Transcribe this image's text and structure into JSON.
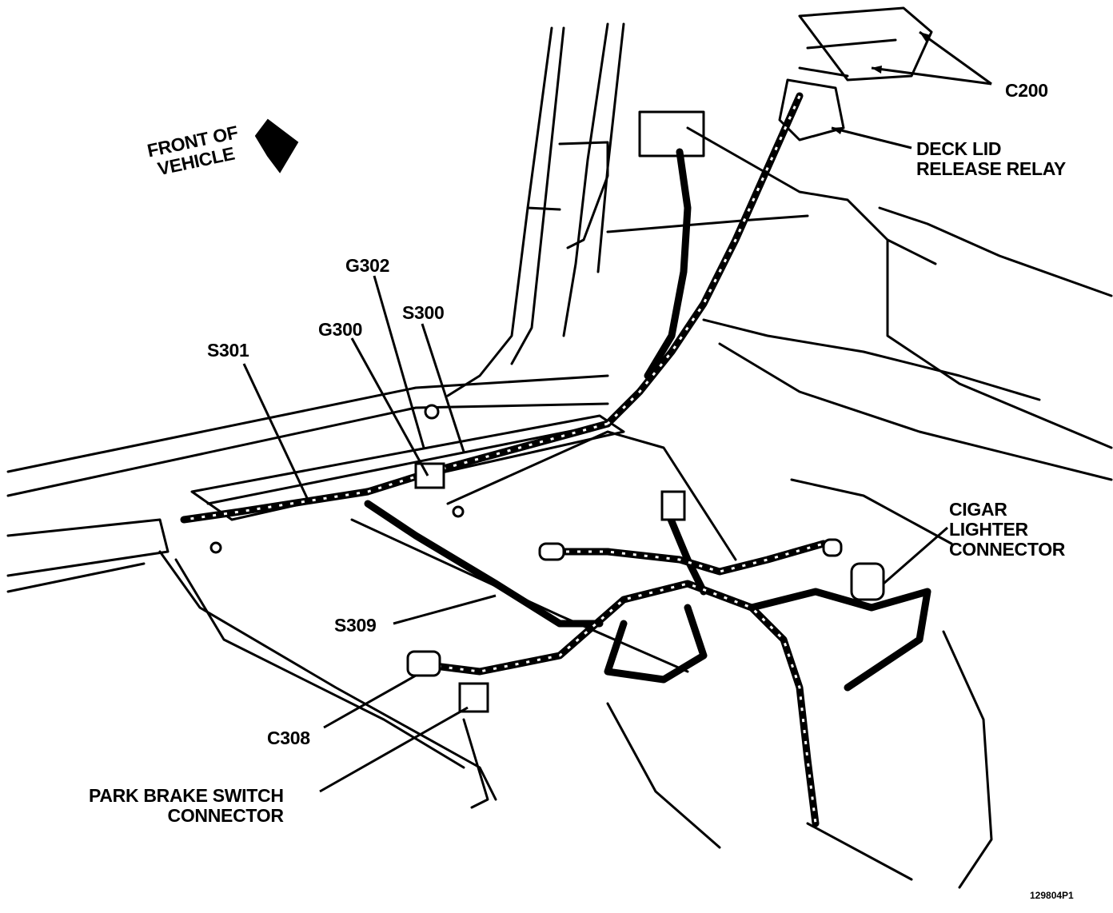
{
  "labels": {
    "front_of_vehicle": [
      "FRONT OF",
      "VEHICLE"
    ],
    "c200": "C200",
    "deck_lid_relay": [
      "DECK LID",
      "RELEASE RELAY"
    ],
    "g302": "G302",
    "s300": "S300",
    "g300": "G300",
    "s301": "S301",
    "cigar_lighter": [
      "CIGAR",
      "LIGHTER",
      "CONNECTOR"
    ],
    "s309": "S309",
    "c308": "C308",
    "park_brake": [
      "PARK BRAKE SWITCH",
      "CONNECTOR"
    ],
    "figure_code": "129804P1"
  }
}
